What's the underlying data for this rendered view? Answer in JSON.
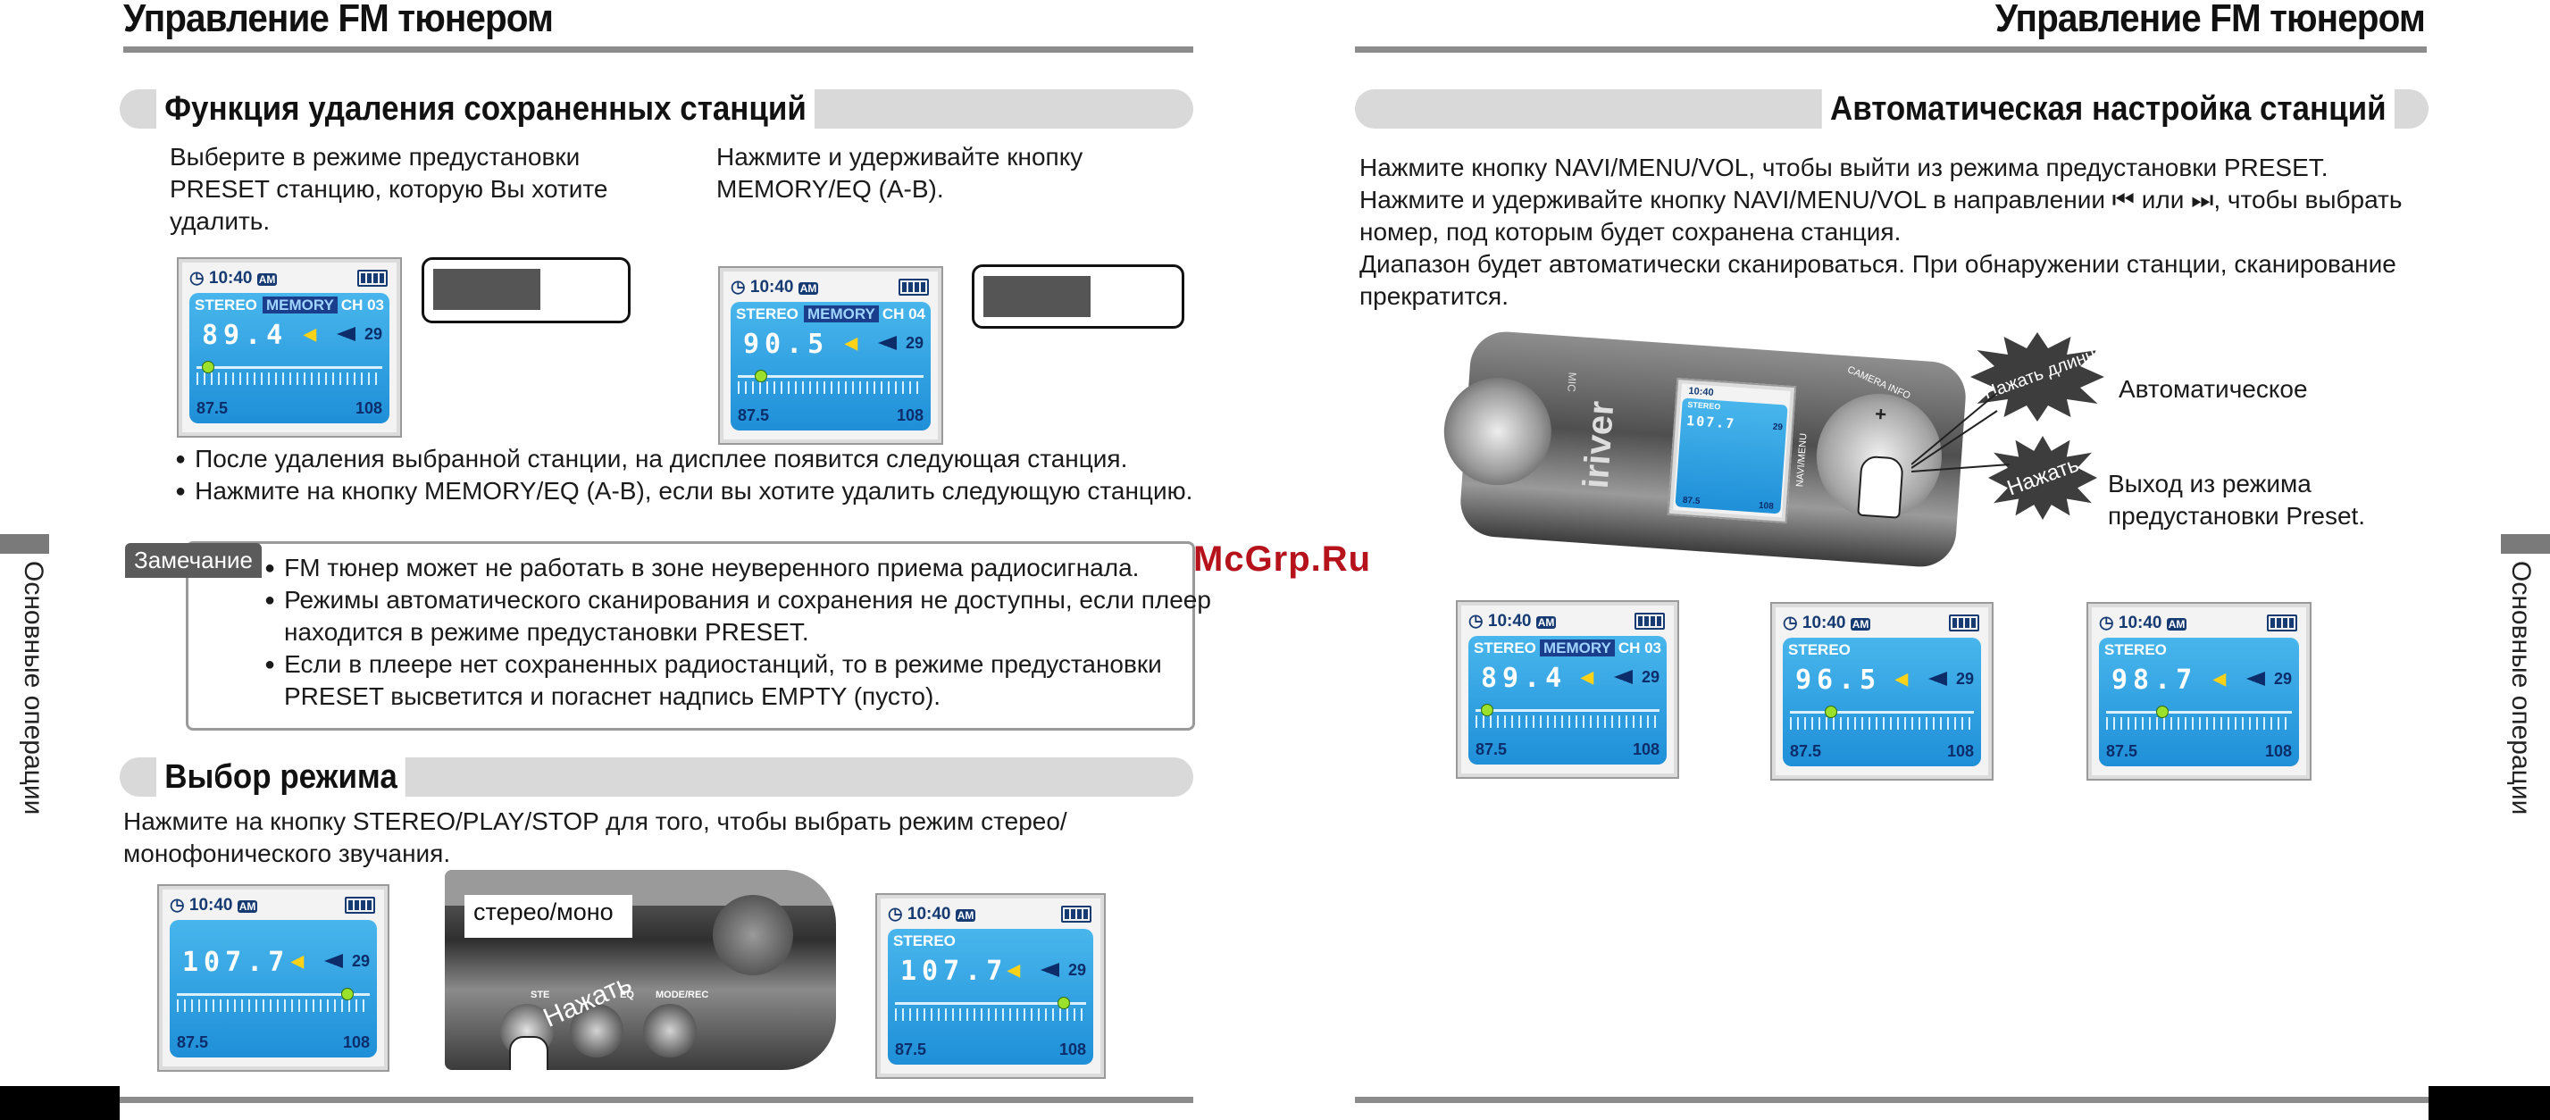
{
  "page_title_left": "Управление FM тюнером",
  "page_title_right": "Управление FM тюнером",
  "watermark": "McGrp.Ru",
  "side_tab_left": "Основные операции",
  "side_tab_right": "Основные операции",
  "section_delete": {
    "title": "Функция удаления сохраненных станций",
    "step1": [
      "Выберите в режиме предустановки",
      "PRESET станцию, которую Вы хотите",
      "удалить."
    ],
    "step2": [
      "Нажмите и удерживайте кнопку",
      "MEMORY/EQ (A-B)."
    ],
    "bullets": [
      "После удаления выбранной станции, на дисплее появится следующая станция.",
      "Нажмите на кнопку MEMORY/EQ (A-B), если вы хотите удалить следующую станцию."
    ]
  },
  "note": {
    "tag": "Замечание",
    "items": [
      [
        "FM тюнер может не работать в зоне неуверенного приема радиосигнала."
      ],
      [
        "Режимы автоматического сканирования и сохранения не доступны, если плеер",
        "находится в режиме предустановки PRESET."
      ],
      [
        "Если в плеере нет сохраненных радиостанций, то в режиме предустановки",
        "PRESET высветится и погаснет надпись EMPTY (пусто)."
      ]
    ]
  },
  "section_mode": {
    "title": "Выбор режима",
    "text": [
      "Нажмите на кнопку STEREO/PLAY/STOP для того, чтобы выбрать режим стерео/",
      "монофонического звучания."
    ],
    "label_stereo_mono": "стерео/моно",
    "burst_press": "Нажать",
    "button_labels": [
      "STE",
      "EQ",
      "MODE/REC"
    ]
  },
  "section_auto": {
    "title": "Автоматическая настройка станций",
    "text": [
      "Нажмите кнопку NAVI/MENU/VOL, чтобы выйти из режима предустановки PRESET.",
      "Нажмите и удерживайте кнопку NAVI/MENU/VOL в направлении  ⏮  или ⏭, чтобы выбрать",
      "номер, под которым будет сохранена станция.",
      "Диапазон будет автоматически сканироваться. При обнаружении станции, сканирование",
      "прекратится."
    ],
    "burst_long": "Нажать длинно",
    "burst_press": "Нажать",
    "label_auto": "Автоматическое",
    "label_exit": [
      "Выход из режима",
      "предустановки Preset."
    ],
    "device_text": [
      "iriver",
      "MIC",
      "NAVI/MENU",
      "CAMERA INFO",
      "+"
    ]
  },
  "lcds": [
    {
      "time": "10:40",
      "ampm": "AM",
      "stereo": "STEREO",
      "memory": "MEMORY",
      "ch": "CH 03",
      "freq": "89.4",
      "vol": "29",
      "lo": "87.5",
      "hi": "108",
      "knob": 0.06
    },
    {
      "time": "10:40",
      "ampm": "AM",
      "stereo": "STEREO",
      "memory": "MEMORY",
      "ch": "CH 04",
      "freq": "90.5",
      "vol": "29",
      "lo": "87.5",
      "hi": "108",
      "knob": 0.12
    },
    {
      "time": "10:40",
      "ampm": "AM",
      "stereo": "",
      "memory": "",
      "ch": "",
      "freq": "107.7",
      "vol": "29",
      "lo": "87.5",
      "hi": "108",
      "knob": 0.88
    },
    {
      "time": "10:40",
      "ampm": "AM",
      "stereo": "STEREO",
      "memory": "",
      "ch": "",
      "freq": "107.7",
      "vol": "29",
      "lo": "87.5",
      "hi": "108",
      "knob": 0.88
    },
    {
      "time": "10:40",
      "ampm": "AM",
      "stereo": "STEREO",
      "memory": "MEMORY",
      "ch": "CH 03",
      "freq": "89.4",
      "vol": "29",
      "lo": "87.5",
      "hi": "108",
      "knob": 0.06
    },
    {
      "time": "10:40",
      "ampm": "AM",
      "stereo": "STEREO",
      "memory": "",
      "ch": "",
      "freq": "96.5",
      "vol": "29",
      "lo": "87.5",
      "hi": "108",
      "knob": 0.22
    },
    {
      "time": "10:40",
      "ampm": "AM",
      "stereo": "STEREO",
      "memory": "",
      "ch": "",
      "freq": "98.7",
      "vol": "29",
      "lo": "87.5",
      "hi": "108",
      "knob": 0.3
    }
  ],
  "device_lcd": {
    "time": "10:40",
    "freq": "107.7",
    "vol": "29",
    "lo": "87.5",
    "hi": "108",
    "stereo": "STEREO"
  }
}
